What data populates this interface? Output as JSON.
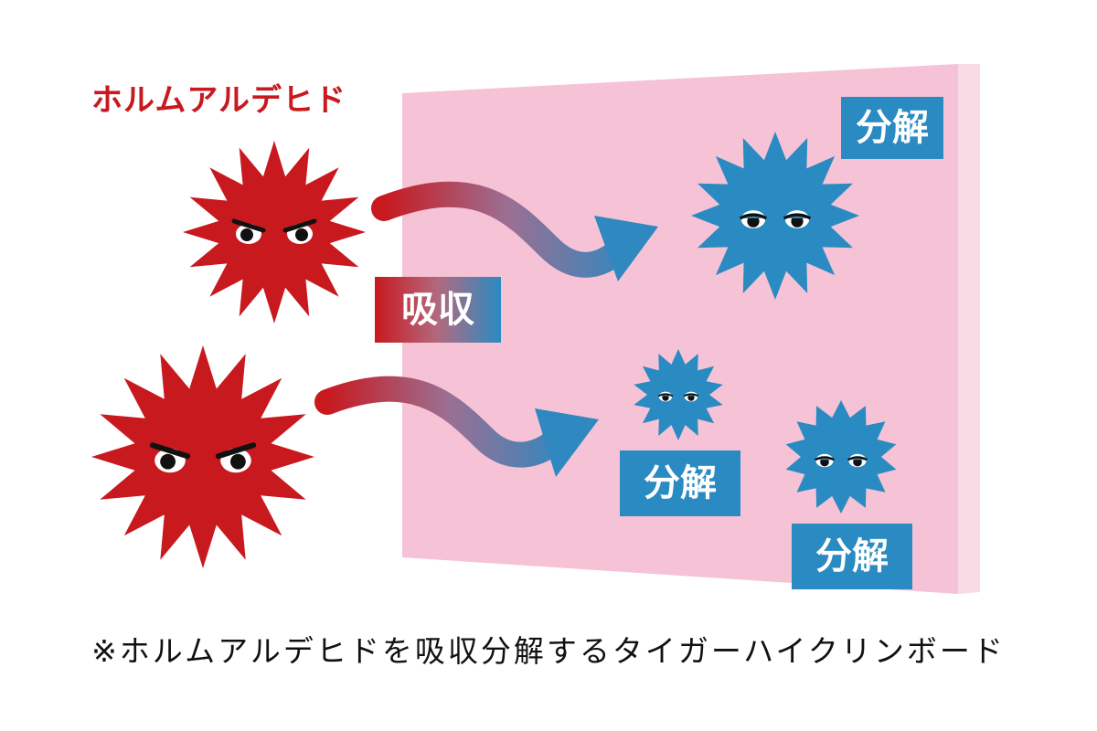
{
  "title_label": "ホルムアルデヒド",
  "absorb_label": "吸収",
  "decompose_labels": [
    "分解",
    "分解",
    "分解"
  ],
  "caption": "※ホルムアルデヒドを吸収分解するタイガーハイクリンボード",
  "colors": {
    "formaldehyde_red": "#c8191f",
    "germ_blue": "#2a8bc2",
    "board_pink": "#f6c3d6",
    "board_edge": "#f9dbe6"
  },
  "icons": {
    "large_red_germ": "red-germ-angry",
    "blue_germ": "blue-germ-sleepy",
    "arrow": "curved-gradient-arrow"
  }
}
